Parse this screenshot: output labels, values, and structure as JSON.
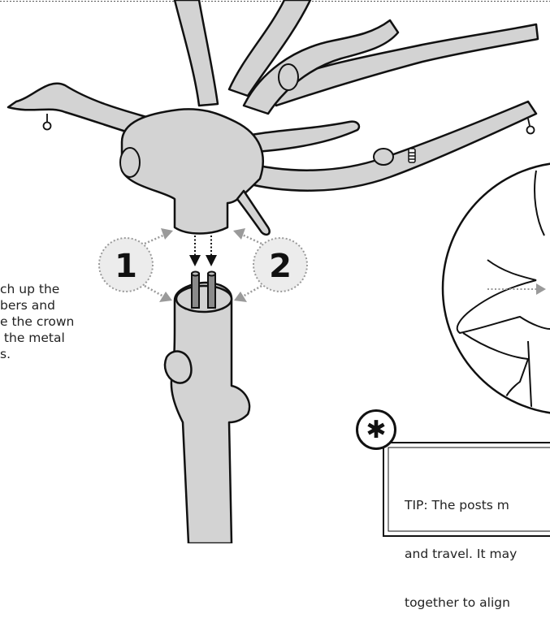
{
  "steps": [
    "1",
    "2"
  ],
  "instruction_lines": [
    "ch up the",
    "bers and",
    "e the crown",
    " the metal",
    "s."
  ],
  "tip": {
    "symbol": "✱",
    "lines": [
      "TIP: The posts m",
      "and travel. It may",
      "together to align"
    ]
  },
  "colors": {
    "branch_fill": "#d3d3d3",
    "outline": "#111111",
    "arrow_gray": "#9a9a9a",
    "post": "#8a8a8a"
  }
}
